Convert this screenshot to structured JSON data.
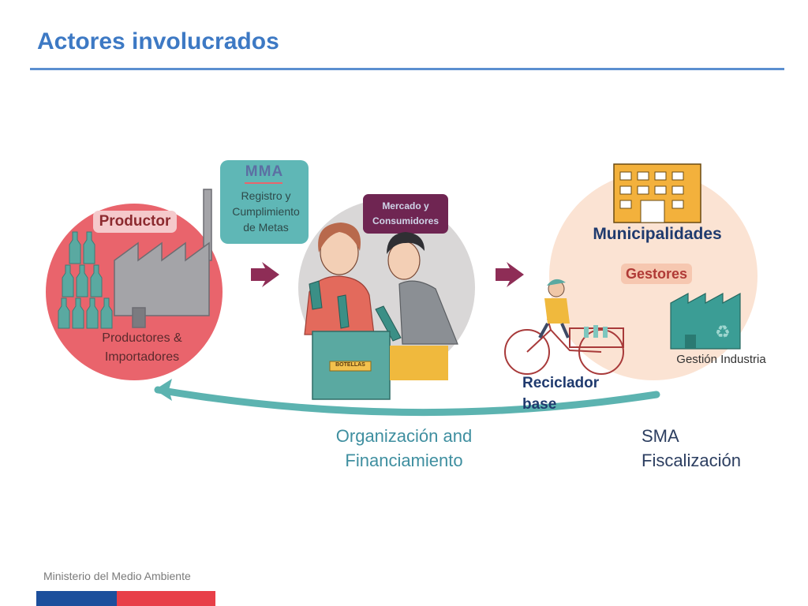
{
  "page": {
    "title": "Actores involucrados",
    "footer": "Ministerio del Medio Ambiente"
  },
  "diagram": {
    "productor": {
      "badge": "Productor",
      "caption_line1": "Productores &",
      "caption_line2": "Importadores"
    },
    "mma": {
      "logo": "MMA",
      "line1": "Registro y",
      "line2": "Cumplimiento",
      "line3": "de Metas"
    },
    "mercado": {
      "line1": "Mercado y",
      "line2": "Consumidores",
      "box_label": "BOTELLAS"
    },
    "municipalidades": "Municipalidades",
    "gestores": "Gestores",
    "gestion_industria": "Gestión Industria",
    "reciclador": {
      "line1": "Reciclador",
      "line2": "base"
    },
    "organizacion": {
      "line1": "Organización and",
      "line2": "Financiamiento"
    },
    "sma": {
      "line1": "SMA",
      "line2": "Fiscalización"
    }
  },
  "colors": {
    "title": "#3d79c4",
    "productor_circle": "#e9646c",
    "mma_box": "#5fb7b6",
    "mercado_box": "#6f2552",
    "arrow": "#8e2d56",
    "return_arrow": "#5cb3b0",
    "right_circle": "#fbe3d3",
    "building": "#f3b13c",
    "factory_teal": "#3b9d95"
  },
  "icons": {
    "flow_arrow": "chevron-arrow-right",
    "return_arrow": "curved-arrow-left",
    "recycle": "recycle-icon"
  }
}
